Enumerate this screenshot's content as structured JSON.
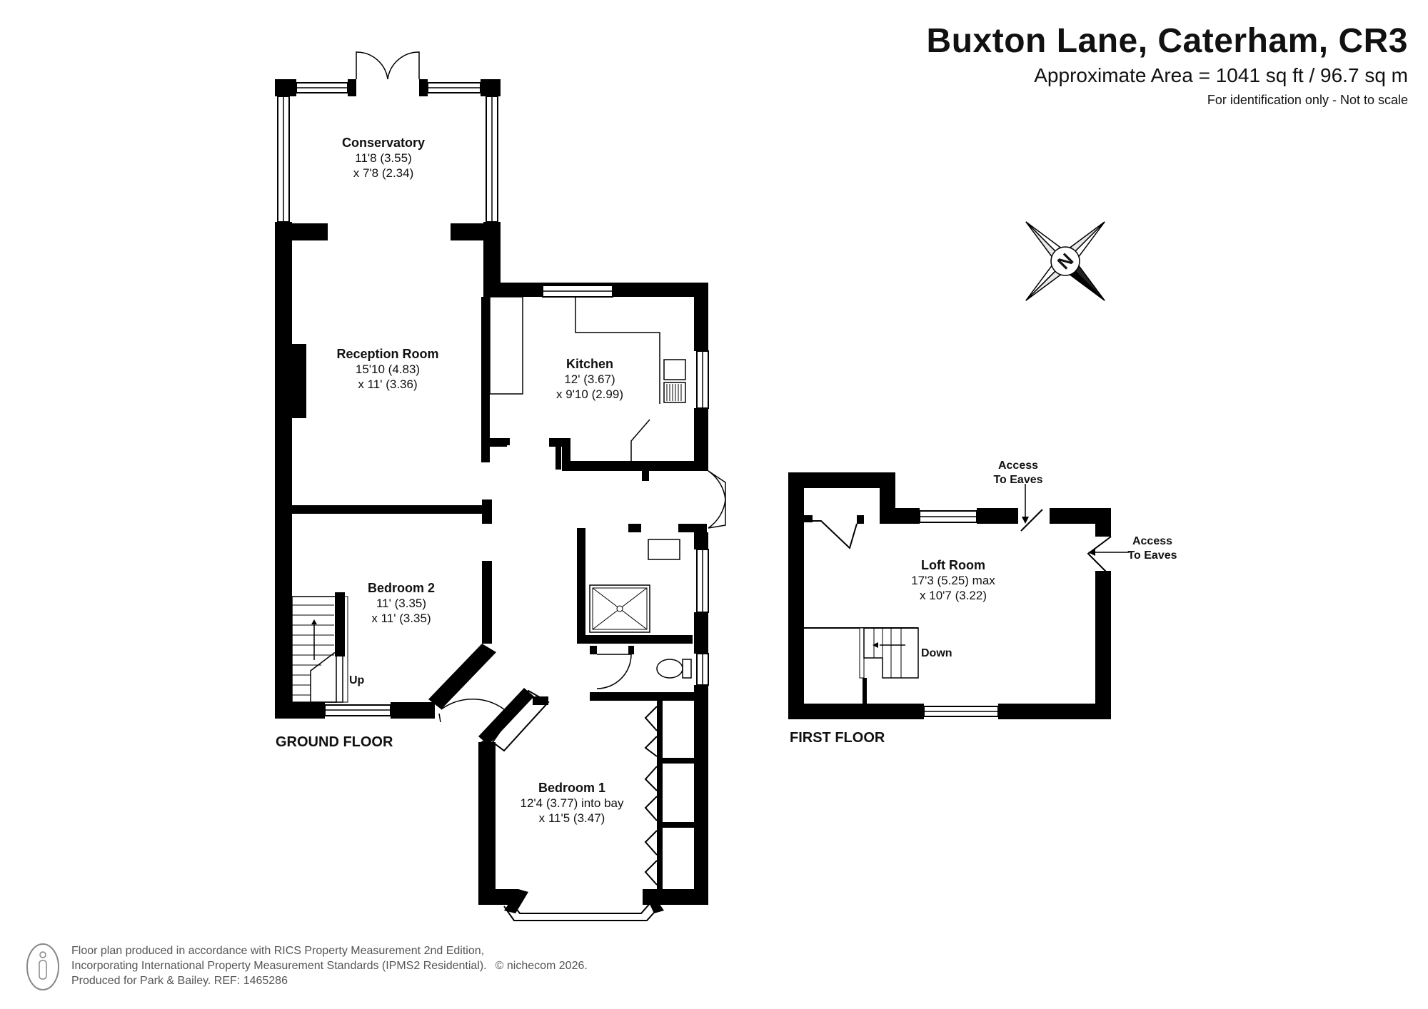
{
  "header": {
    "title": "Buxton Lane, Caterham, CR3",
    "area": "Approximate Area = 1041 sq ft / 96.7 sq m",
    "note": "For identification only - Not to scale"
  },
  "compass": {
    "letter": "N"
  },
  "ground_floor": {
    "label": "GROUND FLOOR",
    "rooms": [
      {
        "name": "Conservatory",
        "dim1": "11'8 (3.55)",
        "dim2": "x 7'8 (2.34)"
      },
      {
        "name": "Reception Room",
        "dim1": "15'10 (4.83)",
        "dim2": "x 11' (3.36)"
      },
      {
        "name": "Kitchen",
        "dim1": "12' (3.67)",
        "dim2": "x 9'10 (2.99)"
      },
      {
        "name": "Bedroom 2",
        "dim1": "11' (3.35)",
        "dim2": "x 11' (3.35)"
      },
      {
        "name": "Bedroom 1",
        "dim1": "12'4 (3.77) into bay",
        "dim2": "x 11'5 (3.47)"
      }
    ],
    "stairs_label": "Up"
  },
  "first_floor": {
    "label": "FIRST FLOOR",
    "room": {
      "name": "Loft Room",
      "dim1": "17'3 (5.25) max",
      "dim2": "x 10'7 (3.22)"
    },
    "stairs_label": "Down",
    "eaves_top": [
      "Access",
      "To Eaves"
    ],
    "eaves_right": [
      "Access",
      "To Eaves"
    ]
  },
  "footer": {
    "line1": "Floor plan produced in accordance with RICS Property Measurement 2nd Edition,",
    "line2": "Incorporating International Property Measurement Standards (IPMS2 Residential).",
    "copyright": "© nichecom 2026.",
    "line3": "Produced for Park & Bailey.   REF:  1465286"
  }
}
